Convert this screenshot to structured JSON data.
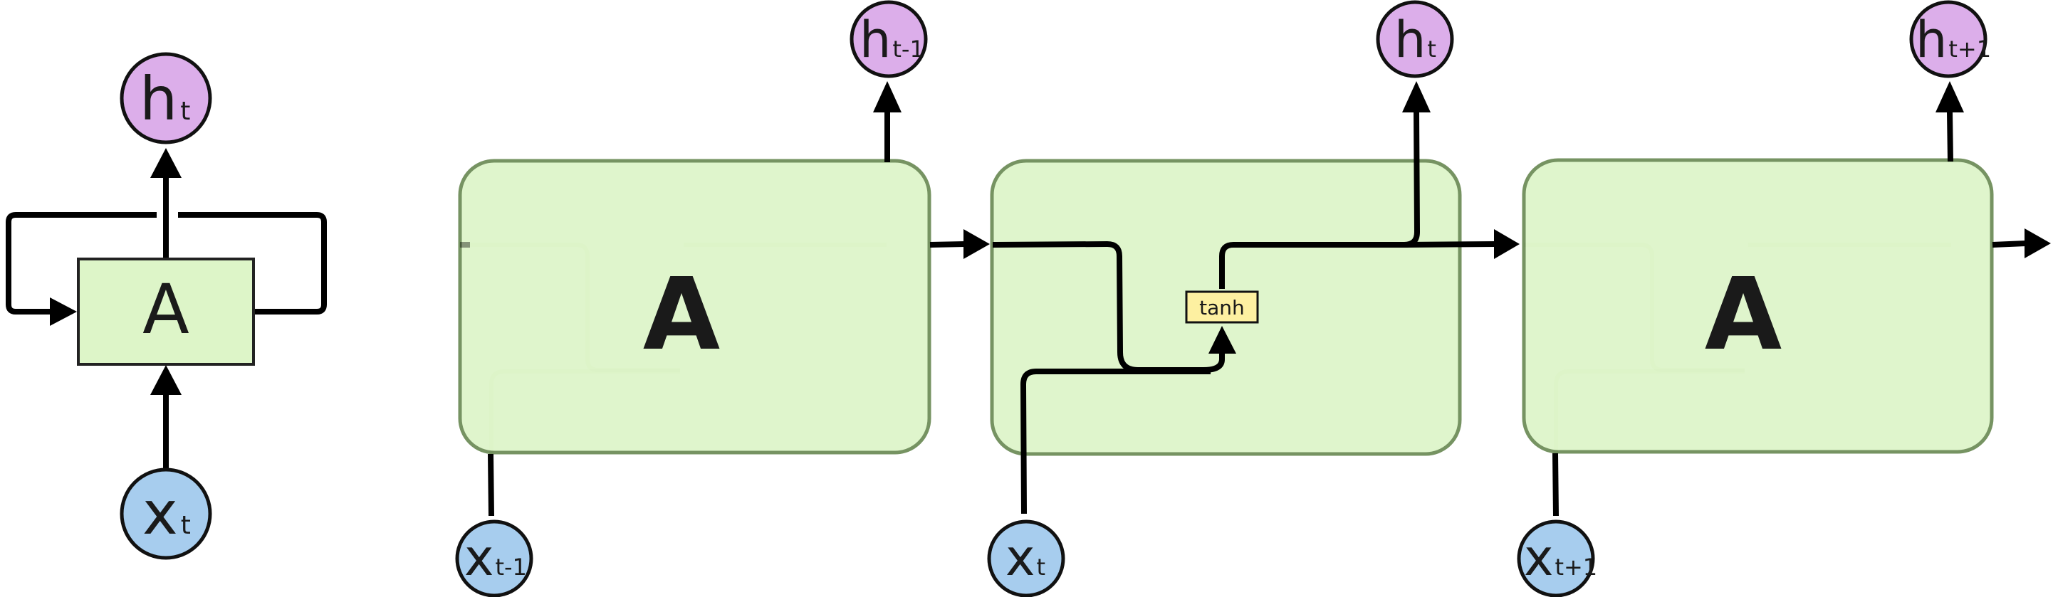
{
  "rolled": {
    "cell_label": "A",
    "input": {
      "main": "x",
      "sub": "t"
    },
    "output": {
      "main": "h",
      "sub": "t"
    }
  },
  "unrolled": [
    {
      "cell_label": "A",
      "input": {
        "main": "x",
        "sub": "t-1"
      },
      "output": {
        "main": "h",
        "sub": "t-1"
      }
    },
    {
      "cell_label": "",
      "inner_op": "tanh",
      "input": {
        "main": "x",
        "sub": "t"
      },
      "output": {
        "main": "h",
        "sub": "t"
      }
    },
    {
      "cell_label": "A",
      "input": {
        "main": "x",
        "sub": "t+1"
      },
      "output": {
        "main": "h",
        "sub": "t+1"
      }
    }
  ],
  "colors": {
    "cell_fill": "#ddf5c8",
    "cell_stroke": "#6b8a55",
    "input_node": "#a7cdee",
    "output_node": "#dcaeea",
    "tanh_box": "#fdf0a1"
  }
}
